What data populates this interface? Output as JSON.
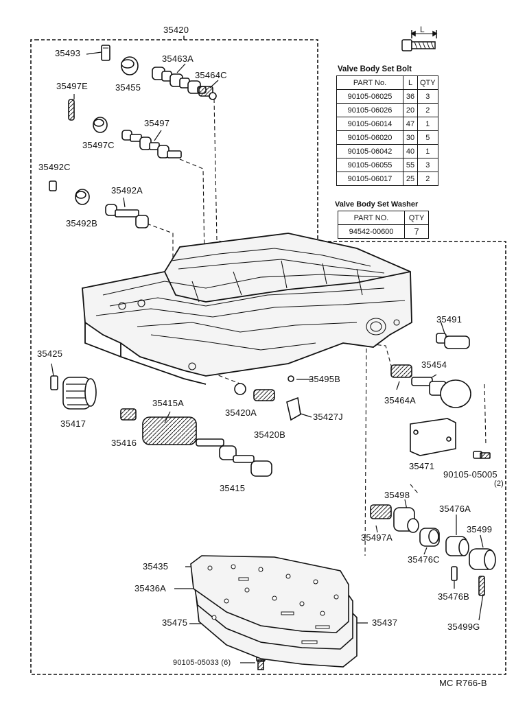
{
  "diagram": {
    "assembly_number": "35420",
    "figure_code": "MC R766-B",
    "bolt_dimension_label": "L",
    "parts": {
      "p35493": "35493",
      "p35455": "35455",
      "p35463A": "35463A",
      "p35464C": "35464C",
      "p35497E": "35497E",
      "p35497C": "35497C",
      "p35497": "35497",
      "p35492C": "35492C",
      "p35492A": "35492A",
      "p35492B": "35492B",
      "p35425": "35425",
      "p35417": "35417",
      "p35416": "35416",
      "p35415A": "35415A",
      "p35415": "35415",
      "p35420A": "35420A",
      "p35420B": "35420B",
      "p35495B": "35495B",
      "p35427J": "35427J",
      "p35491": "35491",
      "p35454": "35454",
      "p35464A": "35464A",
      "p35471": "35471",
      "p90105_05005": "90105-05005",
      "p90105_05005_qty": "(2)",
      "p35498": "35498",
      "p35497A": "35497A",
      "p35476A": "35476A",
      "p35499": "35499",
      "p35476C": "35476C",
      "p35476B": "35476B",
      "p35499G": "35499G",
      "p35435": "35435",
      "p35436A": "35436A",
      "p35475": "35475",
      "p35437": "35437",
      "p90105_05033": "90105-05033 (6)"
    }
  },
  "bolt_table": {
    "title": "Valve Body Set Bolt",
    "headers": [
      "PART No.",
      "L",
      "QTY"
    ],
    "rows": [
      [
        "90105-06025",
        "36",
        "3"
      ],
      [
        "90105-06026",
        "20",
        "2"
      ],
      [
        "90105-06014",
        "47",
        "1"
      ],
      [
        "90105-06020",
        "30",
        "5"
      ],
      [
        "90105-06042",
        "40",
        "1"
      ],
      [
        "90105-06055",
        "55",
        "3"
      ],
      [
        "90105-06017",
        "25",
        "2"
      ]
    ]
  },
  "washer_table": {
    "title": "Valve Body Set Washer",
    "headers": [
      "PART NO.",
      "QTY"
    ],
    "rows": [
      [
        "94542-00600",
        "7"
      ]
    ]
  }
}
